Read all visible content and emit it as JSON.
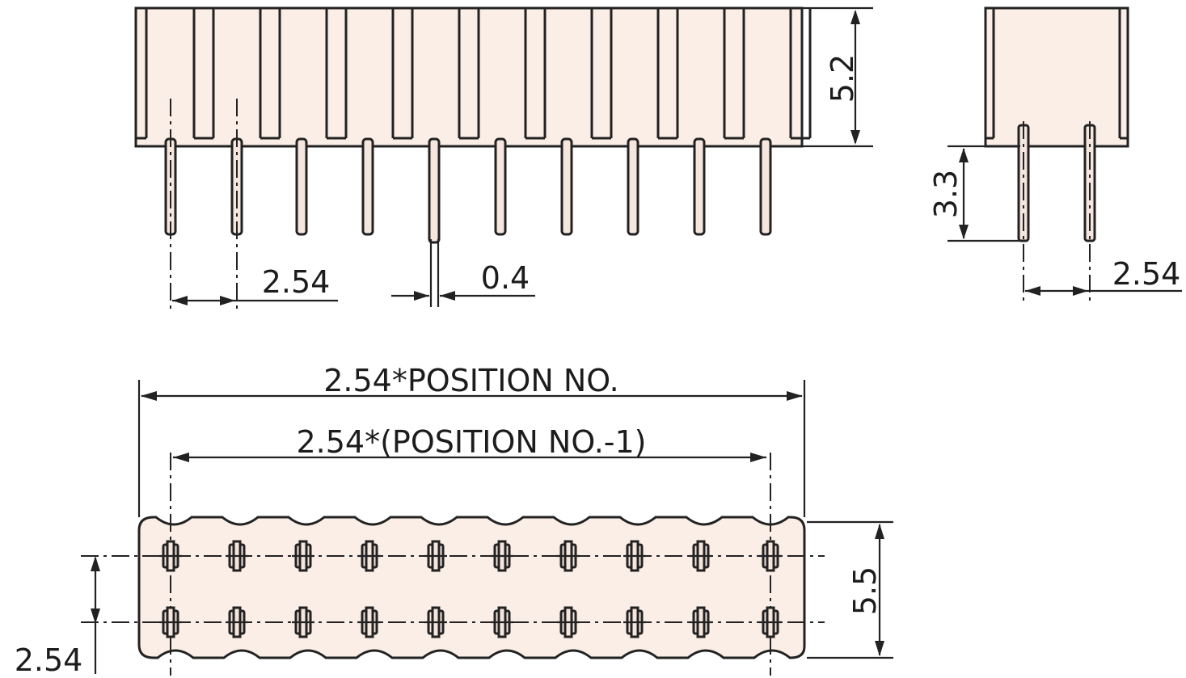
{
  "dimensions": {
    "body_height": "5.2",
    "pin_pitch": "2.54",
    "pin_width": "0.4",
    "side_pin_length": "3.3",
    "side_row_pitch": "2.54",
    "overall_length": "2.54*POSITION NO.",
    "pin_span": "2.54*(POSITION NO.-1)",
    "footprint_width": "5.5",
    "row_pitch": "2.54"
  },
  "colors": {
    "line": "#222222",
    "body_fill": "#fbeee6"
  }
}
